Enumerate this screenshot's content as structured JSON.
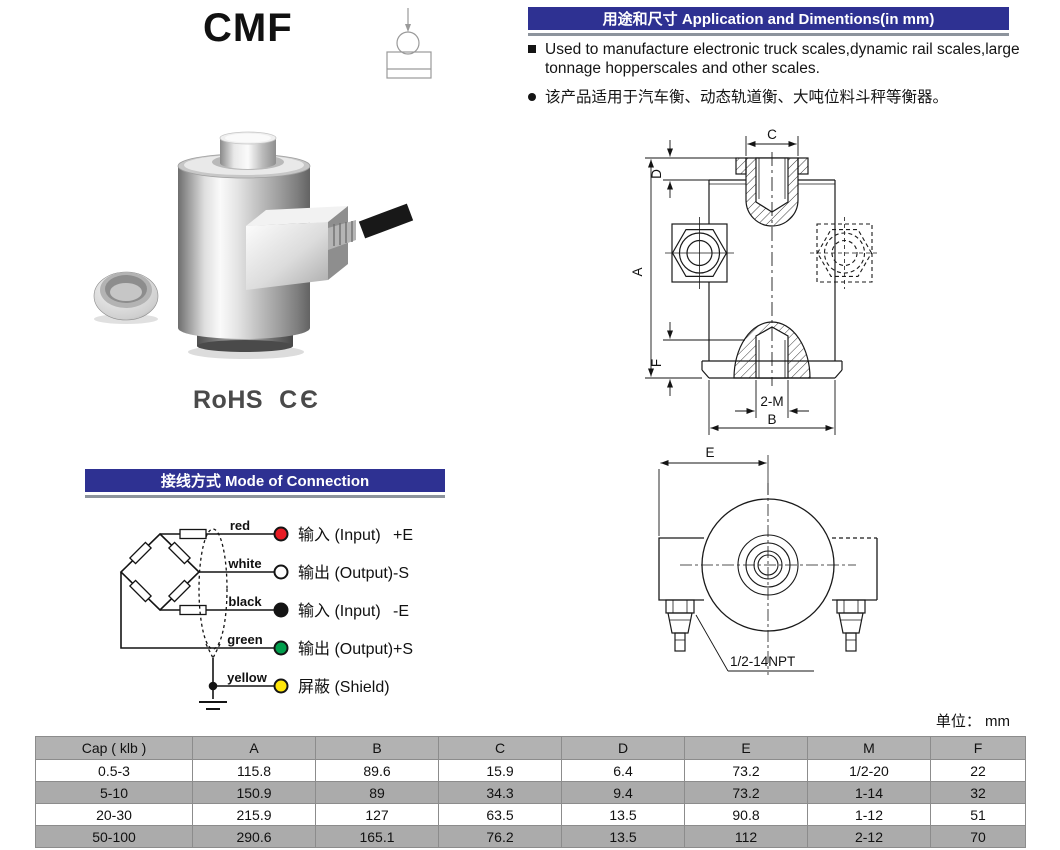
{
  "page_title": "CMF",
  "application": {
    "header": "用途和尺寸 Application and Dimentions(in mm)",
    "bullets": [
      {
        "text": "Used to manufacture electronic truck scales,dynamic rail scales,large tonnage hopperscales and other scales."
      },
      {
        "text": "该产品适用于汽车衡、动态轨道衡、大吨位料斗秤等衡器。"
      }
    ]
  },
  "certifications": {
    "rohs": "RoHS",
    "ce_mark": "CЄ"
  },
  "connection": {
    "header": "接线方式 Mode of Connection",
    "wires": [
      {
        "name": "red",
        "hex": "#e81c24",
        "label": "输入 (Input)",
        "terminal": "+E"
      },
      {
        "name": "white",
        "hex": "#ffffff",
        "label": "输出 (Output)",
        "terminal": "-S"
      },
      {
        "name": "black",
        "hex": "#141414",
        "label": "输入 (Input)",
        "terminal": "-E"
      },
      {
        "name": "green",
        "hex": "#009e4c",
        "label": "输出 (Output)",
        "terminal": "+S"
      },
      {
        "name": "yellow",
        "hex": "#ffe60a",
        "label": "屏蔽 (Shield)",
        "terminal": ""
      }
    ]
  },
  "drawing_side": {
    "dim_a": "A",
    "dim_b": "B",
    "dim_c": "C",
    "dim_d": "D",
    "dim_f": "F",
    "dim_2m": "2-M"
  },
  "drawing_top": {
    "dim_e": "E",
    "thread_label": "1/2-14NPT"
  },
  "table": {
    "unit_note": "单位： mm",
    "columns": [
      "Cap ( klb )",
      "A",
      "B",
      "C",
      "D",
      "E",
      "M",
      "F"
    ],
    "rows": [
      [
        "0.5-3",
        "115.8",
        "89.6",
        "15.9",
        "6.4",
        "73.2",
        "1/2-20",
        "22"
      ],
      [
        "5-10",
        "150.9",
        "89",
        "34.3",
        "9.4",
        "73.2",
        "1-14",
        "32"
      ],
      [
        "20-30",
        "215.9",
        "127",
        "63.5",
        "13.5",
        "90.8",
        "1-12",
        "51"
      ],
      [
        "50-100",
        "290.6",
        "165.1",
        "76.2",
        "13.5",
        "112",
        "2-12",
        "70"
      ]
    ]
  },
  "colors": {
    "section_header_bg": "#2e3192",
    "table_header_bg": "#b2b2b2",
    "table_alt_row_bg": "#ababab"
  }
}
